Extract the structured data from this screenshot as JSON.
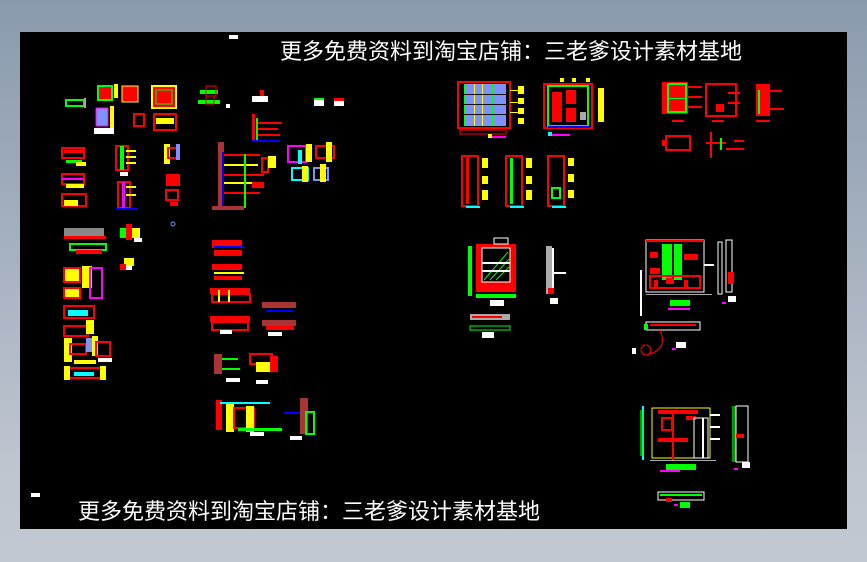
{
  "viewer": {
    "background_top": "#8a9aad",
    "background_bottom": "#c2c8d1",
    "canvas_color": "#000000"
  },
  "watermarks": {
    "top": "更多免费资料到淘宝店铺：三老爹设计素材基地",
    "bottom": "更多免费资料到淘宝店铺：三老爹设计素材基地"
  },
  "drawing": {
    "layer_colors": {
      "red": "#ff0000",
      "yellow": "#ffff00",
      "green": "#00ff00",
      "blue": "#0000ff",
      "cyan": "#00ffff",
      "magenta": "#ff00ff",
      "white": "#ffffff",
      "lightblue": "#8090ff",
      "gray": "#a0a0a0"
    },
    "groups": [
      "detail-cluster-left",
      "wall-section-column",
      "ceiling-section-stack",
      "cabinet-elevations-top",
      "red-elevations-right",
      "cabinet-side-sections",
      "red-cabinet-section",
      "room-elevation-right",
      "room-elevation-lower-right"
    ]
  }
}
